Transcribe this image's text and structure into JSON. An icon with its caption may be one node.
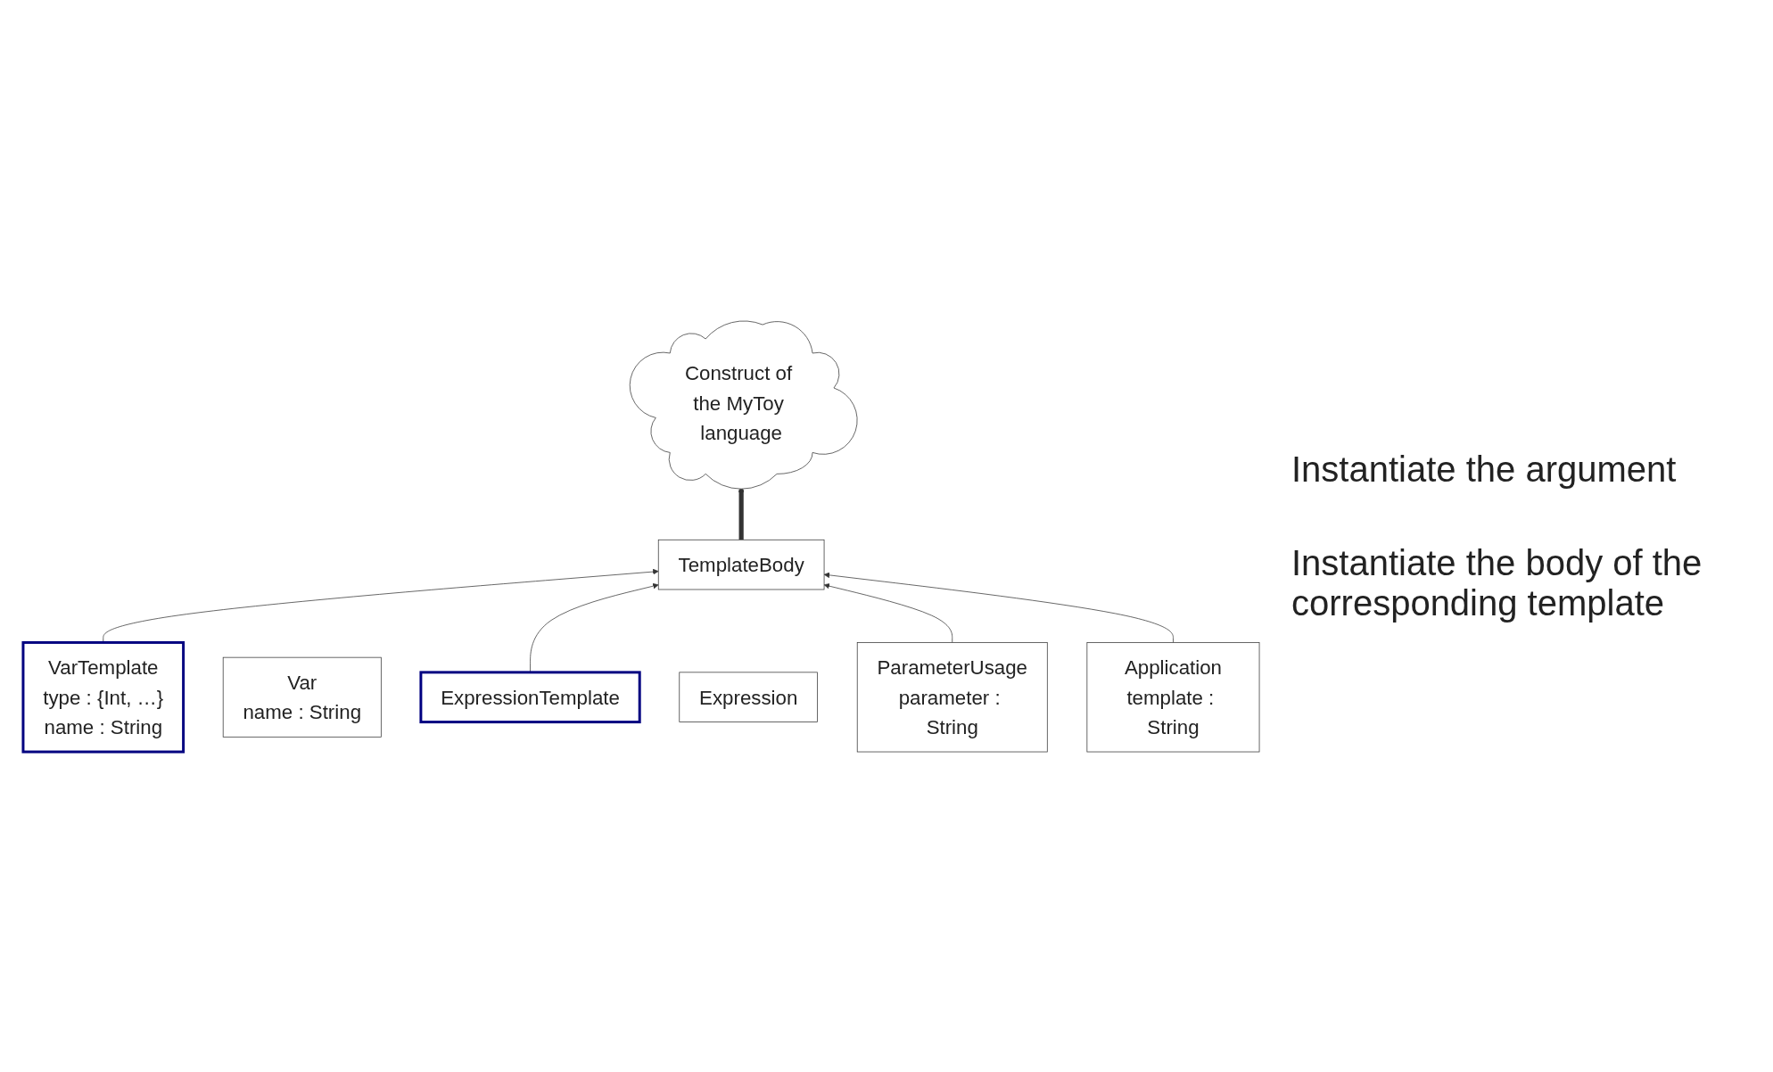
{
  "diagram": {
    "nodes": [
      {
        "text": [
          "TemplateBody"
        ]
      },
      {
        "text": [
          "Construct of the MyToy language"
        ]
      },
      {
        "text": [
          "VarTemplate",
          "type : {Int, …}",
          "name : String"
        ]
      },
      {
        "text": [
          "Var",
          "name : String"
        ]
      },
      {
        "text": [
          "ExpressionTemplate"
        ]
      },
      {
        "text": [
          "Expression"
        ]
      },
      {
        "text": [
          "ParameterUsage",
          "parameter : String"
        ]
      },
      {
        "text": [
          "Application",
          "template : String"
        ]
      }
    ],
    "edges": [
      {
        "from": 0,
        "to": 1,
        "arrow": "to",
        "style": "thick"
      },
      {
        "from": 2,
        "to": 0,
        "arrow": "to"
      },
      {
        "from": 4,
        "to": 0,
        "arrow": "to"
      },
      {
        "from": 6,
        "to": 0,
        "arrow": "to"
      },
      {
        "from": 7,
        "to": 0,
        "arrow": "to"
      }
    ],
    "labels": [
      "Instantiate the argument",
      "Instantiate the body of the corresponding template"
    ]
  }
}
